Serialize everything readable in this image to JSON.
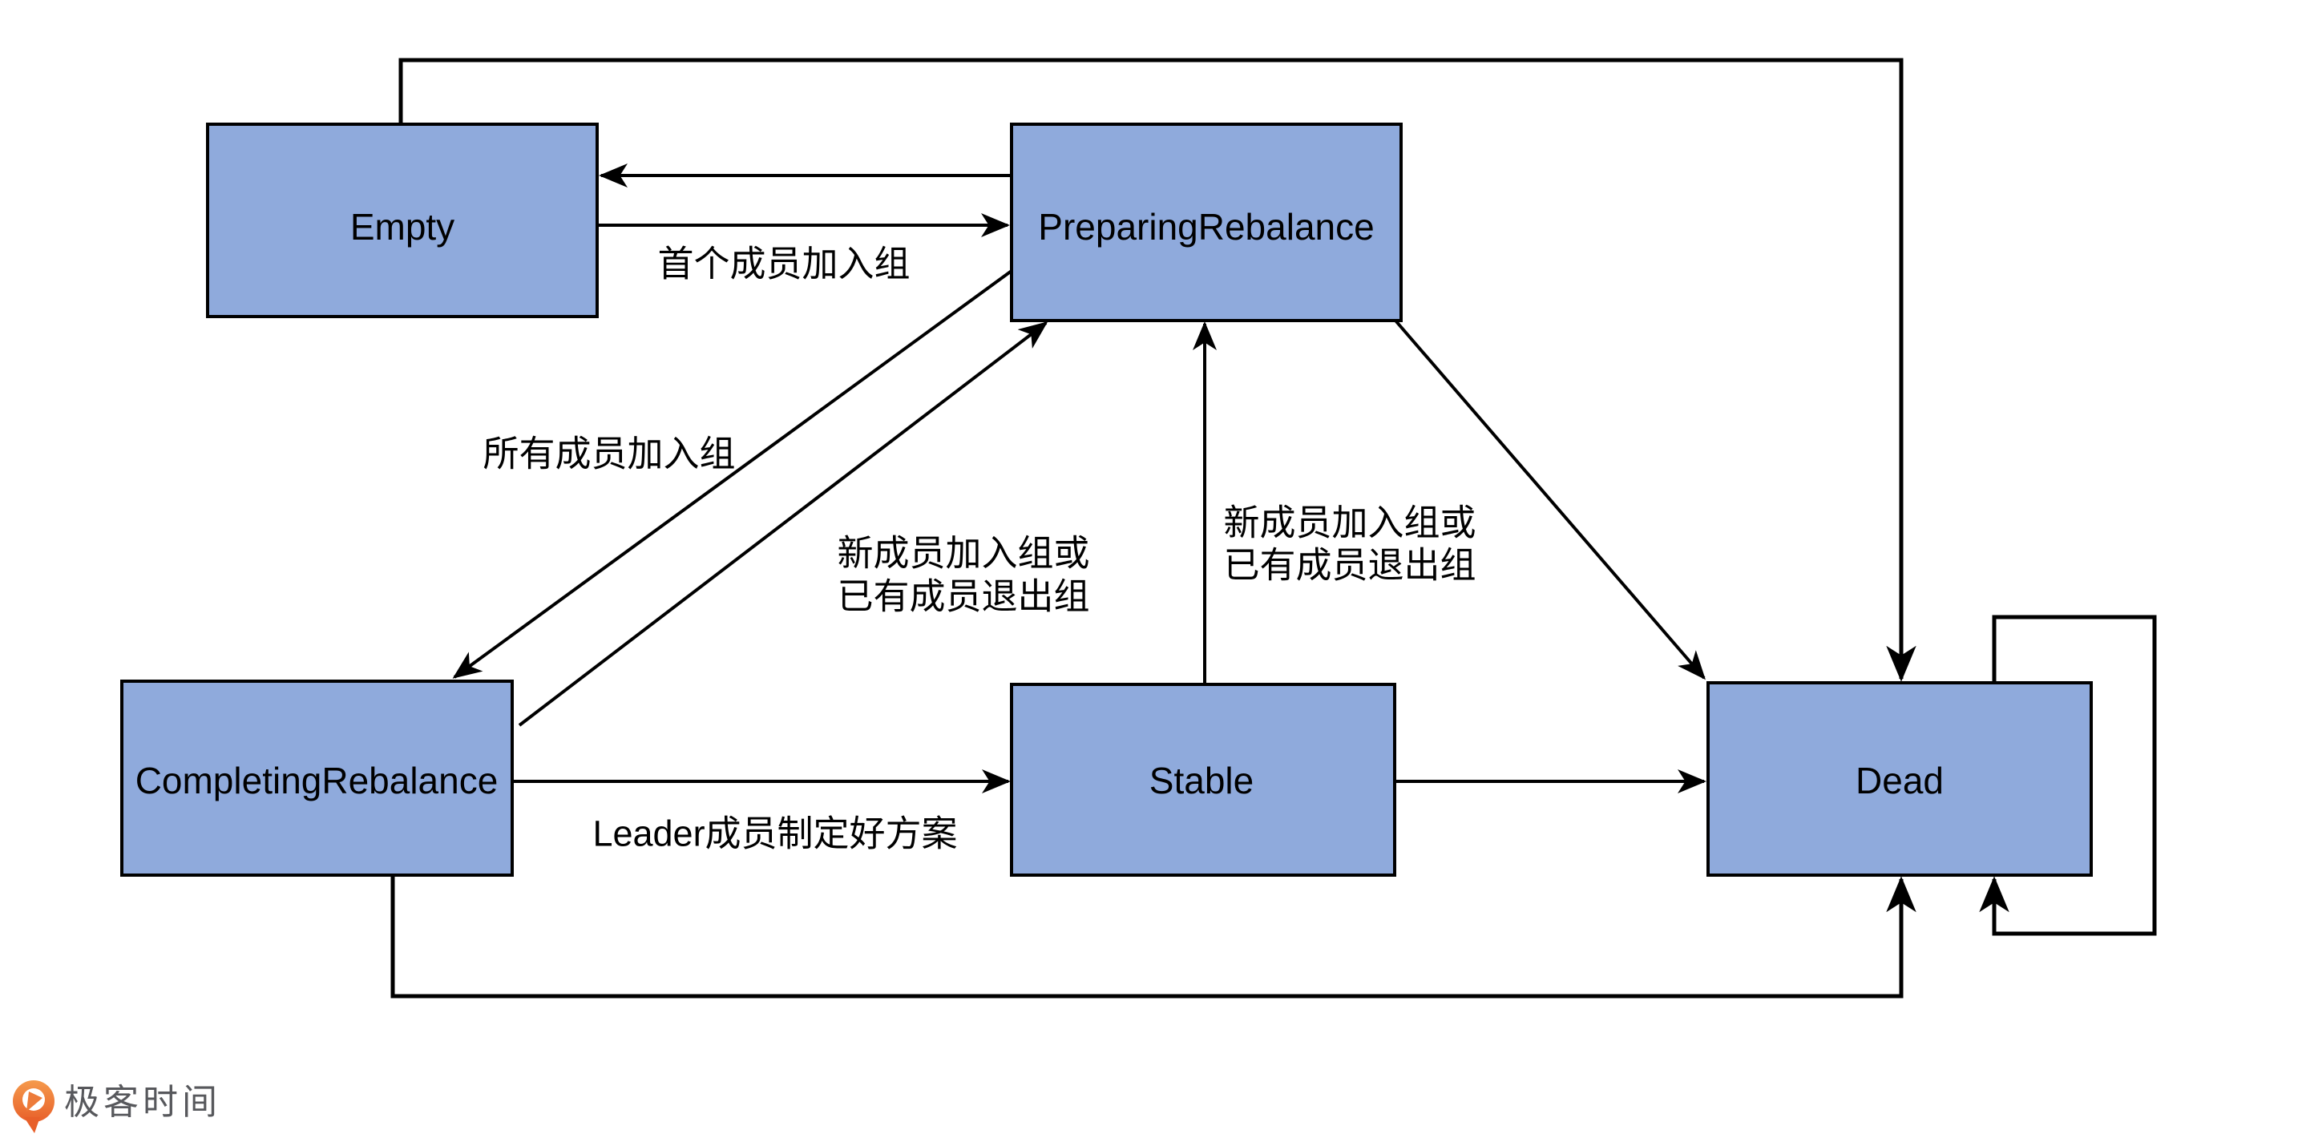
{
  "nodes": [
    {
      "id": "empty",
      "label": "Empty"
    },
    {
      "id": "preparing-rebalance",
      "label": "PreparingRebalance"
    },
    {
      "id": "completing-rebalance",
      "label": "CompletingRebalance"
    },
    {
      "id": "stable",
      "label": "Stable"
    },
    {
      "id": "dead",
      "label": "Dead"
    }
  ],
  "edges": [
    {
      "from": "Empty",
      "to": "PreparingRebalance",
      "label": "首个成员加入组"
    },
    {
      "from": "PreparingRebalance",
      "to": "Empty",
      "label": ""
    },
    {
      "from": "PreparingRebalance",
      "to": "CompletingRebalance",
      "label": "所有成员加入组"
    },
    {
      "from": "CompletingRebalance",
      "to": "PreparingRebalance",
      "lines": [
        "新成员加入组或",
        "已有成员退出组"
      ]
    },
    {
      "from": "Stable",
      "to": "PreparingRebalance",
      "lines": [
        "新成员加入组或",
        "已有成员退出组"
      ]
    },
    {
      "from": "CompletingRebalance",
      "to": "Stable",
      "label": "Leader成员制定好方案"
    },
    {
      "from": "Stable",
      "to": "Dead",
      "label": ""
    },
    {
      "from": "PreparingRebalance",
      "to": "Dead",
      "label": ""
    },
    {
      "from": "Empty",
      "to": "Dead",
      "label": ""
    },
    {
      "from": "CompletingRebalance",
      "to": "Dead",
      "label": ""
    },
    {
      "from": "Dead",
      "to": "Dead",
      "label": ""
    }
  ],
  "colors": {
    "node_fill": "#8FAADC",
    "node_border": "#000000",
    "line": "#000000",
    "logo_orange_top": "#F59A4C",
    "logo_orange_bottom": "#E8602A",
    "logo_text_color": "#57585C"
  },
  "logo": {
    "text": "极客时间"
  }
}
